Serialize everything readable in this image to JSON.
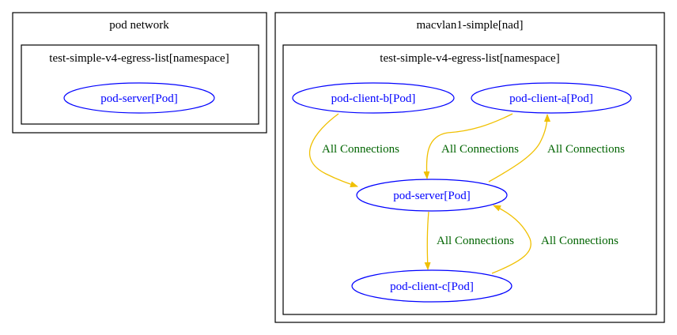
{
  "colors": {
    "cluster": "#000000",
    "node": "#0000ff",
    "edge": "#f0c000",
    "edge_label": "#006400"
  },
  "clusters": [
    {
      "id": "pod-network",
      "label": "pod network"
    },
    {
      "id": "pod-network-ns",
      "label": "test-simple-v4-egress-list[namespace]"
    },
    {
      "id": "macvlan1",
      "label": "macvlan1-simple[nad]"
    },
    {
      "id": "macvlan1-ns",
      "label": "test-simple-v4-egress-list[namespace]"
    }
  ],
  "nodes": [
    {
      "id": "pn-server",
      "label": "pod-server[Pod]"
    },
    {
      "id": "client-b",
      "label": "pod-client-b[Pod]"
    },
    {
      "id": "client-a",
      "label": "pod-client-a[Pod]"
    },
    {
      "id": "server",
      "label": "pod-server[Pod]"
    },
    {
      "id": "client-c",
      "label": "pod-client-c[Pod]"
    }
  ],
  "edges": [
    {
      "from": "client-b",
      "to": "server",
      "label": "All Connections"
    },
    {
      "from": "client-a",
      "to": "server",
      "label": "All Connections"
    },
    {
      "from": "server",
      "to": "client-a",
      "label": "All Connections"
    },
    {
      "from": "server",
      "to": "client-c",
      "label": "All Connections"
    },
    {
      "from": "client-c",
      "to": "server",
      "label": "All Connections"
    }
  ]
}
